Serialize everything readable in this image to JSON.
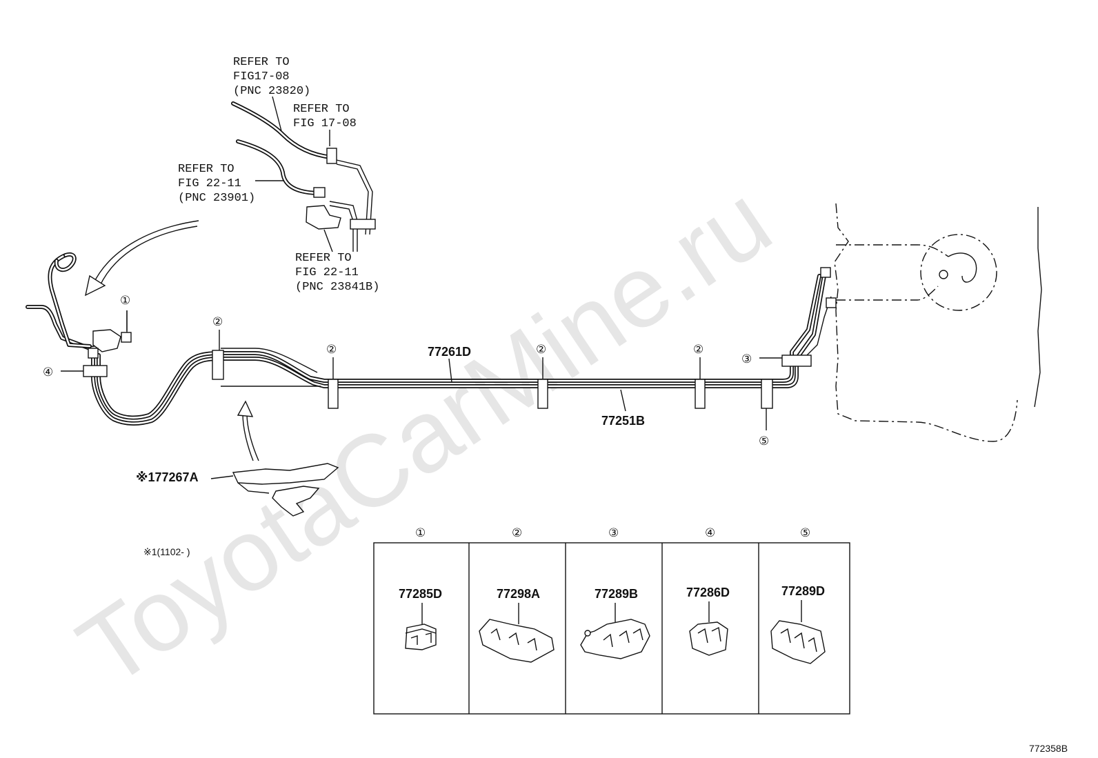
{
  "watermark": "ToyotaCarMine.ru",
  "figure_code": "772358B",
  "refs": {
    "ref1": [
      "REFER TO",
      "FIG17-08",
      "(PNC 23820)"
    ],
    "ref2": [
      "REFER TO",
      "FIG 17-08"
    ],
    "ref3": [
      "REFER TO",
      "FIG 22-11",
      "(PNC 23901)"
    ],
    "ref4": [
      "REFER TO",
      "FIG 22-11",
      "(PNC 23841B)"
    ]
  },
  "part_labels": {
    "pipe_upper": "77261D",
    "pipe_lower": "77251B",
    "protector": "※177267A",
    "note": "※1(1102-   )"
  },
  "callouts": {
    "c1": "①",
    "c2": "②",
    "c3": "③",
    "c4": "④",
    "c5": "⑤"
  },
  "clamp_table": [
    {
      "num": "①",
      "part": "77285D"
    },
    {
      "num": "②",
      "part": "77298A"
    },
    {
      "num": "③",
      "part": "77289B"
    },
    {
      "num": "④",
      "part": "77286D"
    },
    {
      "num": "⑤",
      "part": "77289D"
    }
  ]
}
